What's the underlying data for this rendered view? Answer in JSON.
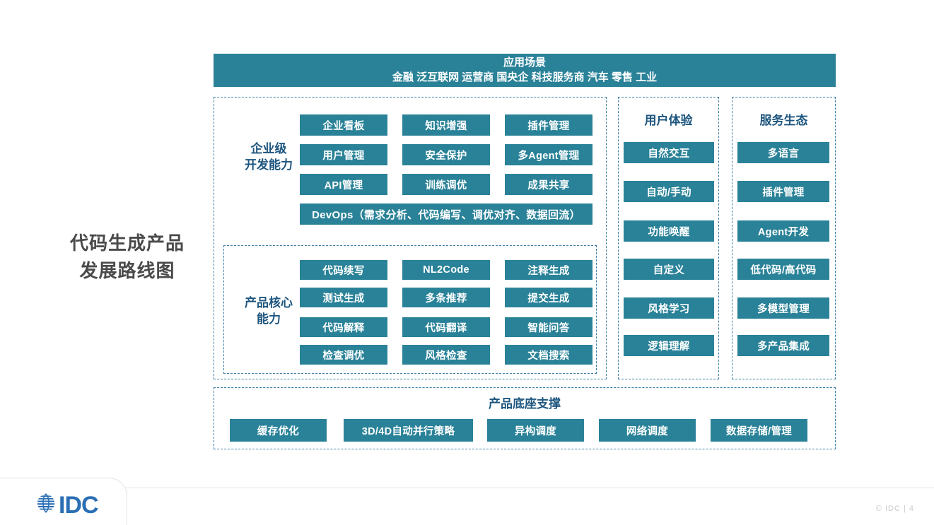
{
  "slide": {
    "title_line1": "代码生成产品",
    "title_line2": "发展路线图"
  },
  "scenario_banner": {
    "title": "应用场景",
    "industries": "金融 泛互联网 运营商 国央企 科技服务商 汽车 零售 工业"
  },
  "enterprise_section": {
    "label_line1": "企业级",
    "label_line2": "开发能力",
    "grid": [
      [
        "企业看板",
        "知识增强",
        "插件管理"
      ],
      [
        "用户管理",
        "安全保护",
        "多Agent管理"
      ],
      [
        "API管理",
        "训练调优",
        "成果共享"
      ]
    ],
    "devops": "DevOps（需求分析、代码编写、调优对齐、数据回流）"
  },
  "core_section": {
    "label_line1": "产品核心",
    "label_line2": "能力",
    "grid": [
      [
        "代码续写",
        "NL2Code",
        "注释生成"
      ],
      [
        "测试生成",
        "多条推荐",
        "提交生成"
      ],
      [
        "代码解释",
        "代码翻译",
        "智能问答"
      ],
      [
        "检查调优",
        "风格检查",
        "文档搜索"
      ]
    ]
  },
  "user_experience": {
    "heading": "用户体验",
    "items": [
      "自然交互",
      "自动/手动",
      "功能唤醒",
      "自定义",
      "风格学习",
      "逻辑理解"
    ]
  },
  "service_ecosystem": {
    "heading": "服务生态",
    "items": [
      "多语言",
      "插件管理",
      "Agent开发",
      "低代码/高代码",
      "多模型管理",
      "多产品集成"
    ]
  },
  "foundation": {
    "heading": "产品底座支撑",
    "items": [
      "缓存优化",
      "3D/4D自动并行策略",
      "异构调度",
      "网络调度",
      "数据存储/管理"
    ]
  },
  "footer": {
    "logo_text": "IDC",
    "note": "© IDC |  4"
  },
  "colors": {
    "chip_teal": "#2a8298",
    "dashed_border": "#3f7fa6",
    "label_navy": "#1e567f",
    "title_gray": "#4a4a4a",
    "logo_blue": "#2a6fb5"
  }
}
